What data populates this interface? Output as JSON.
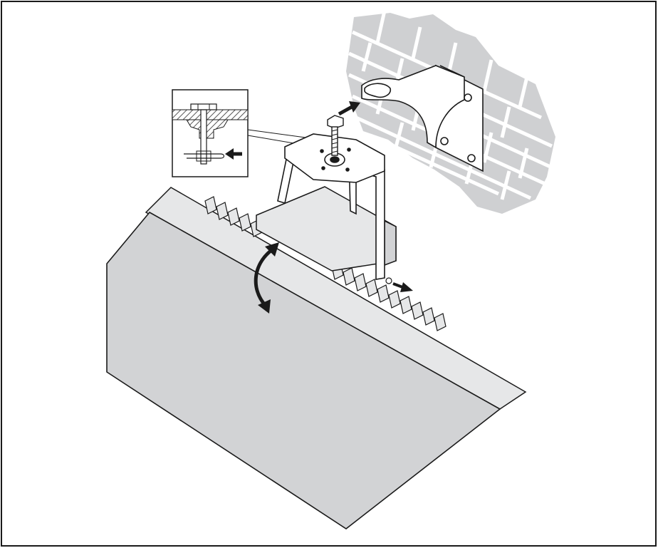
{
  "figure": {
    "kind": "installation-illustration",
    "callout_icon": "bolt-washer-detail-icon",
    "arrows": [
      "attach-to-bracket-arrow",
      "insert-pin-arrow",
      "tilt-rotation-arrow",
      "remove-pin-arrow"
    ],
    "colors": {
      "line": "#1a1a1a",
      "panel_front": "#d2d3d5",
      "panel_top": "#e6e7e8",
      "brick": "#cfd0d2",
      "paper": "#ffffff",
      "hatch": "#8a8a8a"
    }
  }
}
